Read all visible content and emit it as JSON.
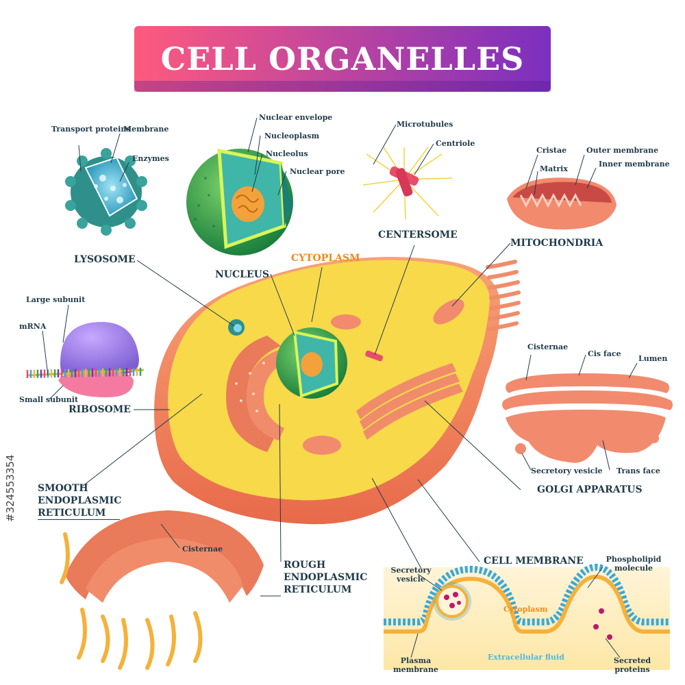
{
  "title": "CELL ORGANELLES",
  "organelles": {
    "lysosome": {
      "name": "LYSOSOME",
      "parts": [
        "Transport proteins",
        "Membrane",
        "Enzymes"
      ]
    },
    "nucleus": {
      "name": "NUCLEUS",
      "parts": [
        "Nuclear envelope",
        "Nucleoplasm",
        "Nucleolus",
        "Nuclear pore"
      ]
    },
    "centersome": {
      "name": "CENTERSOME",
      "parts": [
        "Microtubules",
        "Centriole"
      ]
    },
    "mitochondria": {
      "name": "MITOCHONDRIA",
      "parts": [
        "Cristae",
        "Matrix",
        "Outer membrane",
        "Inner membrane"
      ]
    },
    "cytoplasm": {
      "name": "CYTOPLASM"
    },
    "ribosome": {
      "name": "RIBOSOME",
      "parts": [
        "Large subunit",
        "mRNA",
        "Small subunit"
      ]
    },
    "golgi": {
      "name": "GOLGI APPARATUS",
      "parts": [
        "Cisternae",
        "Cis face",
        "Lumen",
        "Secretory vesicle",
        "Trans face"
      ]
    },
    "smooth_er": {
      "name": "SMOOTH ENDOPLASMIC RETICULUM",
      "parts": [
        "Cisternae"
      ]
    },
    "rough_er": {
      "name": "ROUGH ENDOPLASMIC RETICULUM"
    },
    "cell_membrane": {
      "name": "CELL MEMBRANE",
      "parts": [
        "Secretory vesicle",
        "Phospholipid molecule",
        "Cytoplasm",
        "Plasma membrane",
        "Extracellular fluid",
        "Secreted proteins"
      ]
    }
  },
  "watermark": "#324553354",
  "colors": {
    "banner_start": "#ff5a7e",
    "banner_end": "#7b2fbf",
    "label_text": "#1f3a4a",
    "cytoplasm_label": "#f08a1c",
    "cytoplasm_fill": "#f7d94a",
    "membrane": "#f08c6a",
    "nucleus_green": "#2fa55a",
    "lysosome_blue": "#3bb6d8"
  }
}
